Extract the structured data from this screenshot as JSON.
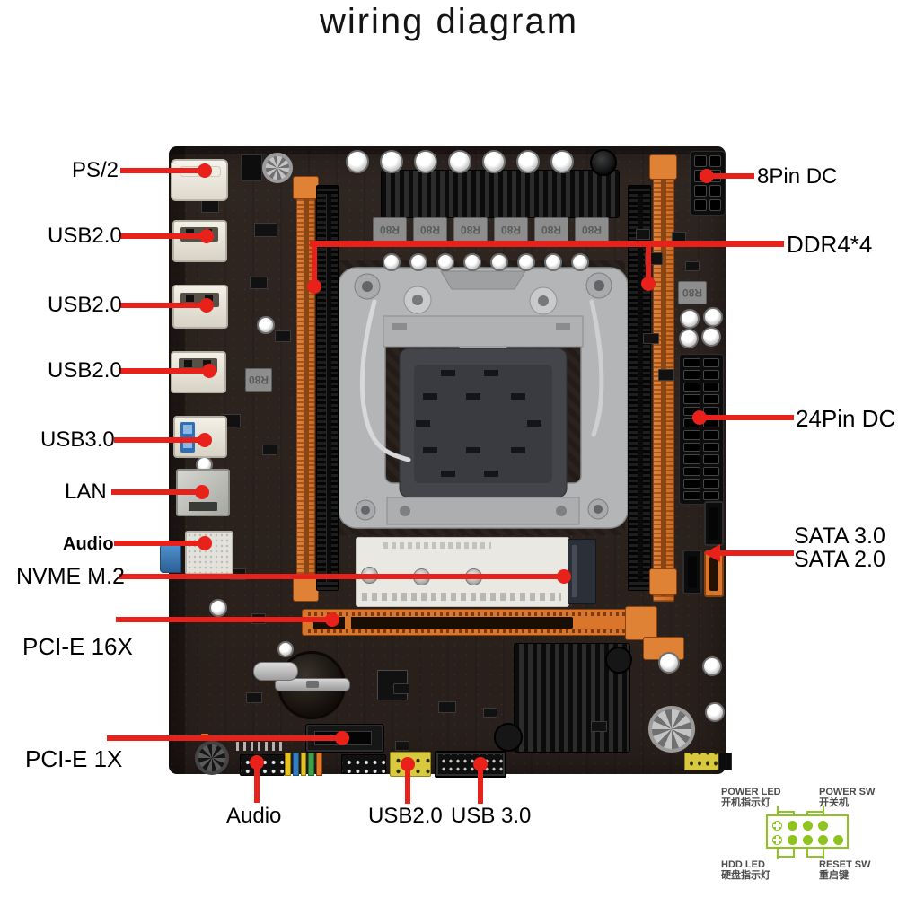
{
  "title": "wiring diagram",
  "colors": {
    "red": "#e8211a",
    "green": "#8fc31f",
    "board": "#2d241f",
    "orange": "#d9772e"
  },
  "callouts": {
    "left": [
      {
        "id": "ps2",
        "label": "PS/2"
      },
      {
        "id": "usb2-rear-1",
        "label": "USB2.0"
      },
      {
        "id": "usb2-rear-2",
        "label": "USB2.0"
      },
      {
        "id": "usb2-rear-3",
        "label": "USB2.0"
      },
      {
        "id": "usb3-rear",
        "label": "USB3.0"
      },
      {
        "id": "lan",
        "label": "LAN"
      },
      {
        "id": "audio-rear",
        "label": "Audio"
      },
      {
        "id": "nvme-m2",
        "label": "NVME M.2"
      },
      {
        "id": "pcie-16x",
        "label": "PCI-E 16X"
      },
      {
        "id": "pcie-1x",
        "label": "PCI-E 1X"
      }
    ],
    "right": [
      {
        "id": "8pin-dc",
        "label": "8Pin DC"
      },
      {
        "id": "ddr4",
        "label": "DDR4*4"
      },
      {
        "id": "24pin-dc",
        "label": "24Pin DC"
      },
      {
        "id": "sata30",
        "label": "SATA 3.0"
      },
      {
        "id": "sata20",
        "label": "SATA 2.0"
      }
    ],
    "bottom": [
      {
        "id": "audio-front",
        "label": "Audio"
      },
      {
        "id": "usb2-front",
        "label": "USB2.0"
      },
      {
        "id": "usb3-front",
        "label": "USB 3.0"
      }
    ]
  },
  "front_panel": {
    "power_led": {
      "en": "POWER LED",
      "cn": "开机指示灯"
    },
    "power_sw": {
      "en": "POWER SW",
      "cn": "开关机"
    },
    "hdd_led": {
      "en": "HDD LED",
      "cn": "硬盘指示灯"
    },
    "reset_sw": {
      "en": "RESET SW",
      "cn": "重启键"
    }
  },
  "board_text": {
    "choke_label": "R80"
  }
}
